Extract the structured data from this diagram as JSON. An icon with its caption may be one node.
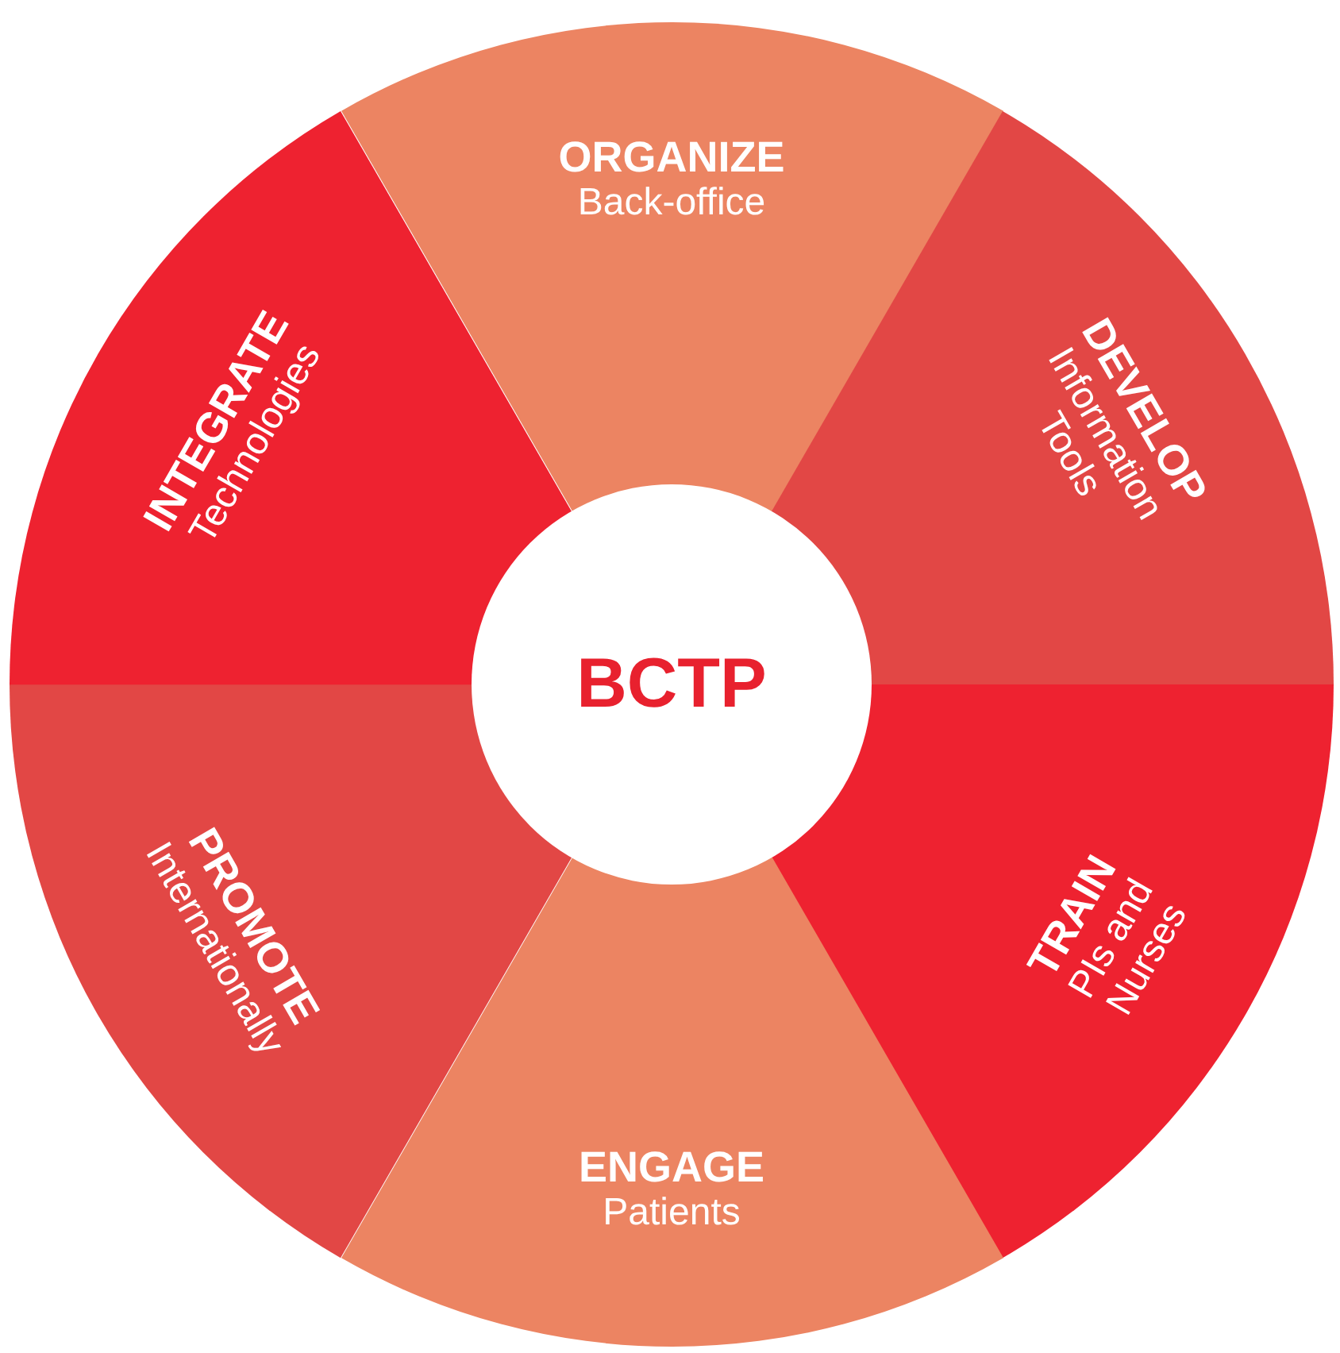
{
  "diagram": {
    "nodes": [
      {
        "text": [
          "ORGANIZE",
          "Back-office"
        ]
      },
      {
        "text": [
          "DEVELOP",
          "Information Tools"
        ]
      },
      {
        "text": [
          "TRAIN",
          "PIs and Nurses"
        ]
      },
      {
        "text": [
          "ENGAGE",
          "Patients"
        ]
      },
      {
        "text": [
          "PROMOTE",
          "Internationally"
        ]
      },
      {
        "text": [
          "INTEGRATE",
          "Technologies"
        ]
      },
      {
        "text": [
          "BCTP"
        ]
      }
    ]
  }
}
